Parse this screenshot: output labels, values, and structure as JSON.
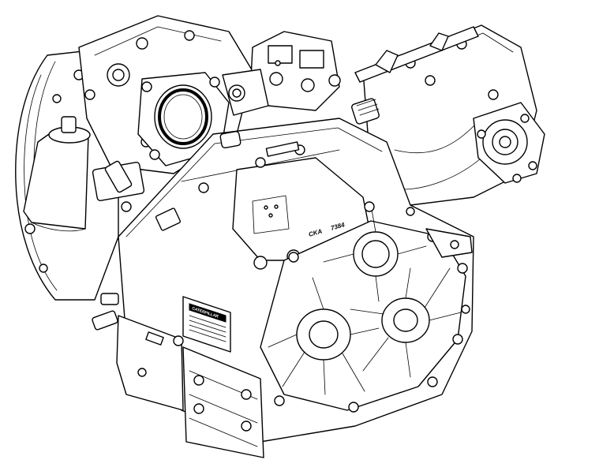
{
  "drawing": {
    "casting_marks": [
      "CKA",
      "7384"
    ],
    "nameplate_text": "CATERPILLAR",
    "colors": {
      "line": "#000000",
      "background": "#ffffff",
      "plate": "#000000"
    }
  }
}
